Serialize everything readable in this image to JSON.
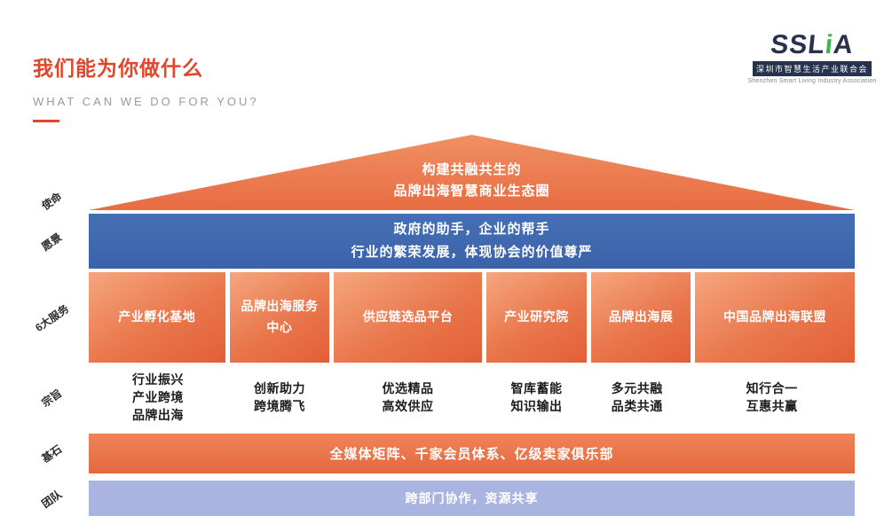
{
  "header": {
    "title": "我们能为你做什么",
    "subtitle": "WHAT CAN WE DO FOR YOU?"
  },
  "logo": {
    "brand_p1": "SSL",
    "brand_accent": "i",
    "brand_p2": "A",
    "org_cn": "深圳市智慧生活产业联合会",
    "org_en": "Shenzhen Smart Living Industry Association"
  },
  "diagram": {
    "mission": {
      "label": "使命",
      "line1": "构建共融共生的",
      "line2": "品牌出海智慧商业生态圈"
    },
    "vision": {
      "label": "愿景",
      "line1": "政府的助手，企业的帮手",
      "line2": "行业的繁荣发展，体现协会的价值尊严"
    },
    "services": {
      "label": "6大服务",
      "items": [
        "产业孵化基地",
        "品牌出海服务中心",
        "供应链选品平台",
        "产业研究院",
        "品牌出海展",
        "中国品牌出海联盟"
      ]
    },
    "purpose": {
      "label": "宗旨",
      "items": [
        [
          "行业振兴",
          "产业跨境",
          "品牌出海"
        ],
        [
          "创新助力",
          "跨境腾飞"
        ],
        [
          "优选精品",
          "高效供应"
        ],
        [
          "智库蓄能",
          "知识输出"
        ],
        [
          "多元共融",
          "品类共通"
        ],
        [
          "知行合一",
          "互惠共赢"
        ]
      ]
    },
    "foundation": {
      "label": "基石",
      "text": "全媒体矩阵、千家会员体系、亿级卖家俱乐部"
    },
    "team": {
      "label": "团队",
      "text": "跨部门协作，资源共享"
    }
  },
  "colors": {
    "accent_red": "#E0472A",
    "orange": "#E97049",
    "blue": "#3F69B2",
    "lavender": "#A9B4E0",
    "logo_navy": "#26324E",
    "logo_green": "#3DB54A"
  }
}
